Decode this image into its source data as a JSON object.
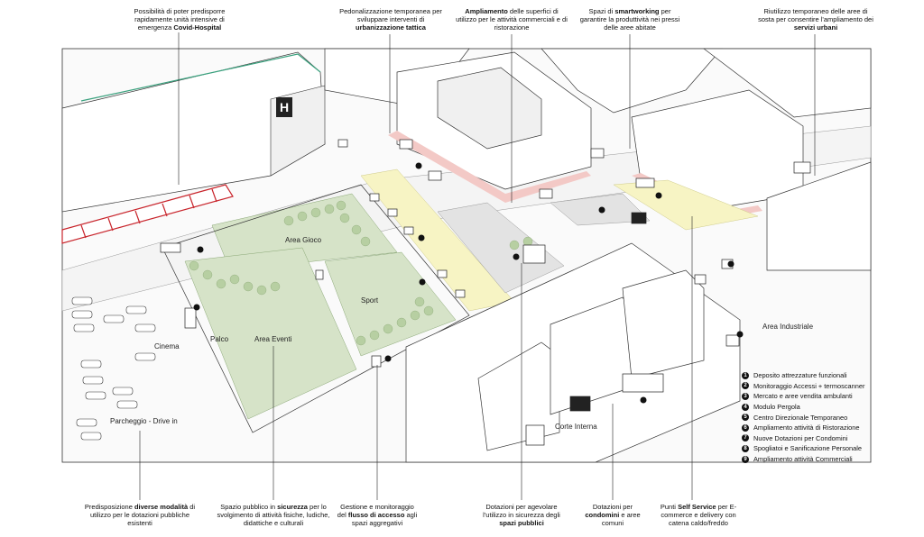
{
  "top_notes": [
    {
      "pre": "Possibilità di poter predisporre rapidamente unità intensive di emergenza ",
      "bold": "Covid-Hospital",
      "post": ""
    },
    {
      "pre": "Pedonalizzazione temporanea per sviluppare interventi di ",
      "bold": "urbanizzazione tattica",
      "post": ""
    },
    {
      "pre": "",
      "bold": "Ampliamento",
      "post": " delle superfici di utilizzo per le attività commerciali e di ristorazione"
    },
    {
      "pre": "Spazi di ",
      "bold": "smartworking",
      "post": " per garantire la produttività nei pressi delle aree abitate"
    },
    {
      "pre": "Riutilizzo temporaneo delle aree di sosta per consentire l'ampliamento dei ",
      "bold": "servizi urbani",
      "post": ""
    }
  ],
  "bottom_notes": [
    {
      "pre": "Predisposizione ",
      "bold": "diverse modalità",
      "post": " di utilizzo per le dotazioni pubbliche esistenti"
    },
    {
      "pre": "Spazio pubblico in ",
      "bold": "sicurezza",
      "post": " per lo svolgimento di attività fisiche, ludiche, didattiche e culturali"
    },
    {
      "pre": "Gestione e monitoraggio del ",
      "bold": "flusso di accesso",
      "post": " agli spazi aggregativi"
    },
    {
      "pre": "Dotazioni per agevolare l'utilizzo in sicurezza degli ",
      "bold": "spazi pubblici",
      "post": ""
    },
    {
      "pre": "Dotazioni per ",
      "bold": "condomini",
      "post": " e aree comuni"
    },
    {
      "pre": "Punti ",
      "bold": "Self Service",
      "post": " per E-commerce e delivery con catena caldo/freddo"
    }
  ],
  "map_labels": {
    "area_gioco": "Area Gioco",
    "sport": "Sport",
    "palco": "Palco",
    "area_eventi": "Area Eventi",
    "cinema": "Cinema",
    "parcheggio": "Parcheggio - Drive in",
    "corte_interna": "Corte Interna",
    "area_industriale": "Area Industriale",
    "hospital_sign": "H"
  },
  "legend": [
    {
      "n": "1",
      "label": "Deposito attrezzature funzionali"
    },
    {
      "n": "2",
      "label": "Monitoraggio Accessi + termoscanner"
    },
    {
      "n": "3",
      "label": "Mercato e aree vendita ambulanti"
    },
    {
      "n": "4",
      "label": "Modulo Pergola"
    },
    {
      "n": "5",
      "label": "Centro Direzionale Temporaneo"
    },
    {
      "n": "6",
      "label": "Ampliamento attività di Ristorazione"
    },
    {
      "n": "7",
      "label": "Nuove Dotazioni per Condomini"
    },
    {
      "n": "8",
      "label": "Spogliatoi e Sanificazione Personale"
    },
    {
      "n": "9",
      "label": "Ampliamento attività Commerciali"
    }
  ],
  "colors": {
    "green_area": "#d6e3c8",
    "trees": "#b7cfa2",
    "yellow_zone": "#f7f4c4",
    "pink_zone": "#f3c9c6",
    "hospital_outline": "#3aa17e",
    "red_modules": "#c8242b",
    "plaza_grey": "#e3e3e3"
  }
}
